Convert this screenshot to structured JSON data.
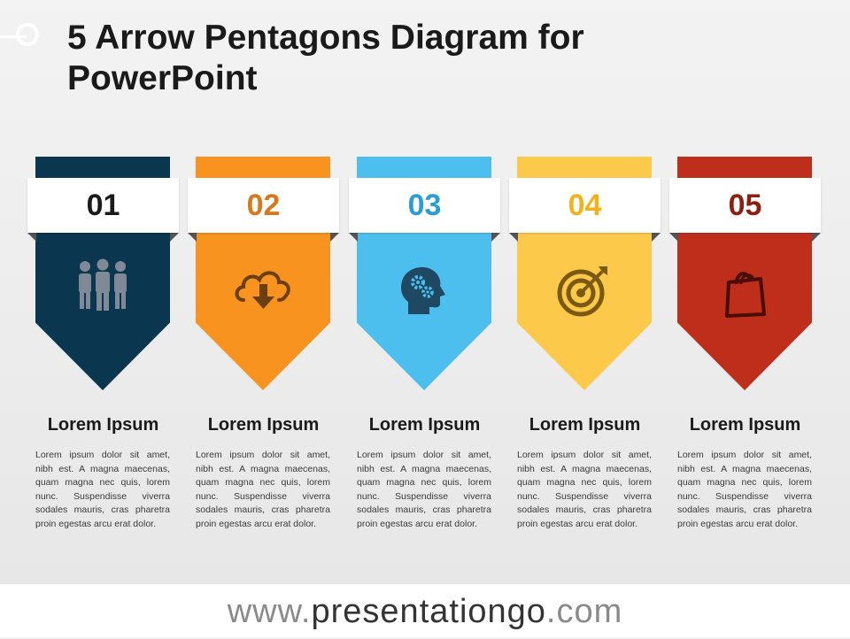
{
  "title": "5 Arrow Pentagons Diagram for PowerPoint",
  "steps": [
    {
      "number": "01",
      "color": "#0a3650",
      "num_color": "#1a1a1a",
      "icon": "people-group-icon",
      "heading": "Lorem Ipsum",
      "text": "Lorem ipsum dolor sit amet, nibh est. A magna maecenas, quam magna nec quis, lorem nunc. Suspendisse viverra sodales mauris, cras pharetra proin egestas arcu erat dolor."
    },
    {
      "number": "02",
      "color": "#f7931e",
      "num_color": "#d9771a",
      "icon": "cloud-download-icon",
      "heading": "Lorem Ipsum",
      "text": "Lorem ipsum dolor sit amet, nibh est. A magna maecenas, quam magna nec quis, lorem nunc. Suspendisse viverra sodales mauris, cras pharetra proin egestas arcu erat dolor."
    },
    {
      "number": "03",
      "color": "#4dbfee",
      "num_color": "#2a9ed4",
      "icon": "head-gears-icon",
      "heading": "Lorem Ipsum",
      "text": "Lorem ipsum dolor sit amet, nibh est. A magna maecenas, quam magna nec quis, lorem nunc. Suspendisse viverra sodales mauris, cras pharetra proin egestas arcu erat dolor."
    },
    {
      "number": "04",
      "color": "#fdc94a",
      "num_color": "#f2b21c",
      "icon": "target-arrow-icon",
      "heading": "Lorem Ipsum",
      "text": "Lorem ipsum dolor sit amet, nibh est. A magna maecenas, quam magna nec quis, lorem nunc. Suspendisse viverra sodales mauris, cras pharetra proin egestas arcu erat dolor."
    },
    {
      "number": "05",
      "color": "#bf2e1a",
      "num_color": "#8b1f12",
      "icon": "shopping-bag-icon",
      "heading": "Lorem Ipsum",
      "text": "Lorem ipsum dolor sit amet, nibh est. A magna maecenas, quam magna nec quis, lorem nunc. Suspendisse viverra sodales mauris, cras pharetra proin egestas arcu erat dolor."
    }
  ],
  "footer": {
    "prefix": "www.",
    "brand": "presentationgo",
    "suffix": ".com"
  }
}
